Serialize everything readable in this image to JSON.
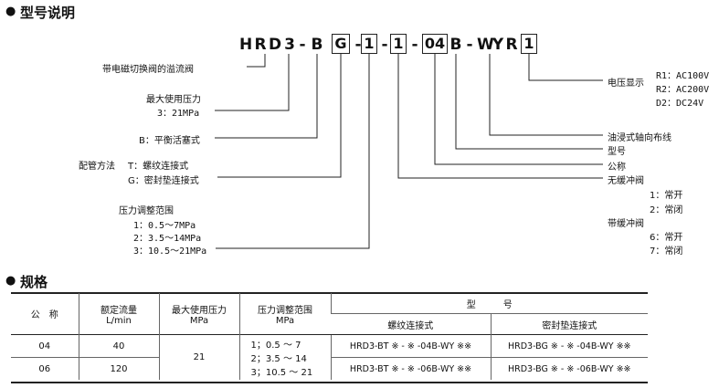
{
  "section_model": {
    "bullet": "●",
    "title": "型号说明"
  },
  "code": {
    "prefix": [
      "H",
      "R",
      "D",
      "3",
      "-",
      "B"
    ],
    "box_g": "G",
    "dash1": "-",
    "box_1": "1",
    "dash2": "-",
    "box_04": "04",
    "suffix": [
      "B",
      "-",
      "W",
      "Y",
      "R"
    ],
    "box_r1": "1"
  },
  "labels_left": {
    "valve_desc": "带电磁切换阀的溢流阀",
    "max_pressure_title": "最大使用压力",
    "max_pressure_value": "3：21MPa",
    "balance": "B：平衡活塞式",
    "piping_title": "配管方法",
    "piping_t": "T：螺纹连接式",
    "piping_g": "G：密封垫连接式",
    "range_title": "压力调整范围",
    "range_1": "1：0.5～7MPa",
    "range_2": "2：3.5～14MPa",
    "range_3": "3：10.5～21MPa"
  },
  "labels_right": {
    "voltage_title": "电压显示",
    "voltage_r1": "R1：AC100V",
    "voltage_r2": "R2：AC200V",
    "voltage_d2": "D2：DC24V",
    "oil_immersed": "油浸式轴向布线",
    "model_no": "型号",
    "nominal": "公称",
    "no_buffer": "无缓冲阀",
    "nb_1": "1：常开",
    "nb_2": "2：常闭",
    "buffer": "带缓冲阀",
    "b_6": "6：常开",
    "b_7": "7：常闭"
  },
  "section_spec": {
    "bullet": "●",
    "title": "规格"
  },
  "table": {
    "h_nominal": "公　称",
    "h_flow_1": "额定流量",
    "h_flow_2": "L/min",
    "h_pressure_1": "最大使用压力",
    "h_pressure_2": "MPa",
    "h_range_1": "压力调整范围",
    "h_range_2": "MPa",
    "h_model": "型　　　号",
    "h_threaded": "螺纹连接式",
    "h_gasket": "密封垫连接式",
    "rows": [
      {
        "nominal": "04",
        "flow": "40",
        "threaded": "HRD3-BT ※ - ※ -04B-WY ※※",
        "gasket": "HRD3-BG ※ - ※ -04B-WY ※※"
      },
      {
        "nominal": "06",
        "flow": "120",
        "threaded": "HRD3-BT ※ - ※ -06B-WY ※※",
        "gasket": "HRD3-BG ※ - ※ -06B-WY ※※"
      }
    ],
    "shared_pressure": "21",
    "shared_range_1": "1；0.5 ～ 7",
    "shared_range_2": "2；3.5 ～ 14",
    "shared_range_3": "3；10.5 ～ 21"
  }
}
